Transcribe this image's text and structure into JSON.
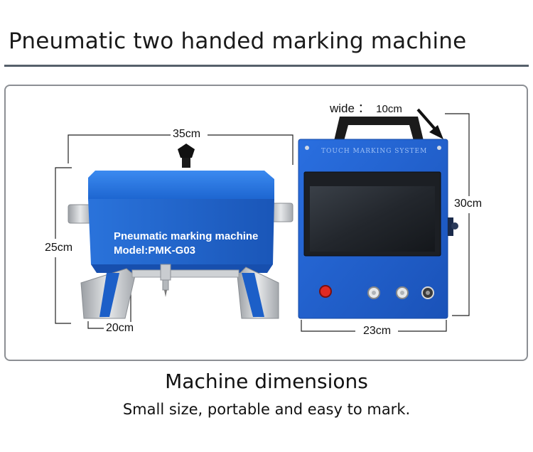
{
  "page": {
    "title": "Pneumatic two handed marking machine",
    "caption_main": "Machine dimensions",
    "caption_sub": "Small size, portable and easy to mark."
  },
  "machine": {
    "label_line1": "Pneumatic marking machine",
    "label_line2": "Model:PMK-G03",
    "width_label": "35cm",
    "height_label": "25cm",
    "depth_label": "20cm"
  },
  "controller": {
    "wide_prefix": "wide ：",
    "wide_value": "10cm",
    "header_text": "TOUCH MARKING SYSTEM",
    "height_label": "30cm",
    "width_label": "23cm"
  },
  "colors": {
    "machine_blue": "#1f6fd6",
    "controller_blue": "#1d5fcc",
    "rule": "#56606b"
  }
}
